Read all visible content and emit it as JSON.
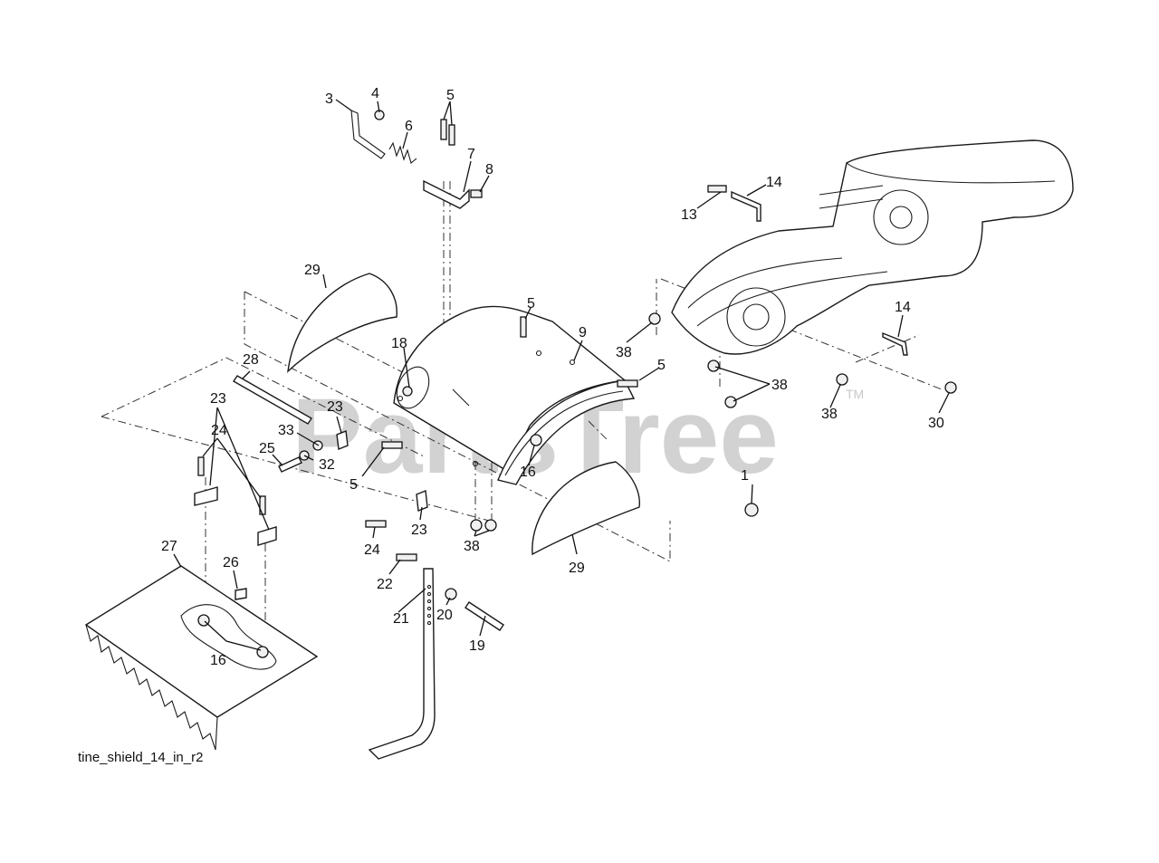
{
  "watermark": {
    "text": "PartsTree",
    "trademark": "TM"
  },
  "caption": "tine_shield_14_in_r2",
  "callouts": [
    {
      "id": "c-3",
      "label": "3"
    },
    {
      "id": "c-4",
      "label": "4"
    },
    {
      "id": "c-5a",
      "label": "5"
    },
    {
      "id": "c-6",
      "label": "6"
    },
    {
      "id": "c-7",
      "label": "7"
    },
    {
      "id": "c-8",
      "label": "8"
    },
    {
      "id": "c-13",
      "label": "13"
    },
    {
      "id": "c-14a",
      "label": "14"
    },
    {
      "id": "c-29a",
      "label": "29"
    },
    {
      "id": "c-5b",
      "label": "5"
    },
    {
      "id": "c-9",
      "label": "9"
    },
    {
      "id": "c-18",
      "label": "18"
    },
    {
      "id": "c-38a",
      "label": "38"
    },
    {
      "id": "c-5c",
      "label": "5"
    },
    {
      "id": "c-14b",
      "label": "14"
    },
    {
      "id": "c-28",
      "label": "28"
    },
    {
      "id": "c-38b",
      "label": "38"
    },
    {
      "id": "c-23a",
      "label": "23"
    },
    {
      "id": "c-38c",
      "label": "38"
    },
    {
      "id": "c-30",
      "label": "30"
    },
    {
      "id": "c-33",
      "label": "33"
    },
    {
      "id": "c-24a",
      "label": "24"
    },
    {
      "id": "c-25",
      "label": "25"
    },
    {
      "id": "c-32",
      "label": "32"
    },
    {
      "id": "c-16a",
      "label": "16"
    },
    {
      "id": "c-5d",
      "label": "5"
    },
    {
      "id": "c-23b",
      "label": "23"
    },
    {
      "id": "c-1",
      "label": "1"
    },
    {
      "id": "c-23c",
      "label": "23"
    },
    {
      "id": "c-38d",
      "label": "38"
    },
    {
      "id": "c-24b",
      "label": "24"
    },
    {
      "id": "c-29b",
      "label": "29"
    },
    {
      "id": "c-27",
      "label": "27"
    },
    {
      "id": "c-26",
      "label": "26"
    },
    {
      "id": "c-22",
      "label": "22"
    },
    {
      "id": "c-20",
      "label": "20"
    },
    {
      "id": "c-21",
      "label": "21"
    },
    {
      "id": "c-19",
      "label": "19"
    },
    {
      "id": "c-16b",
      "label": "16"
    }
  ]
}
